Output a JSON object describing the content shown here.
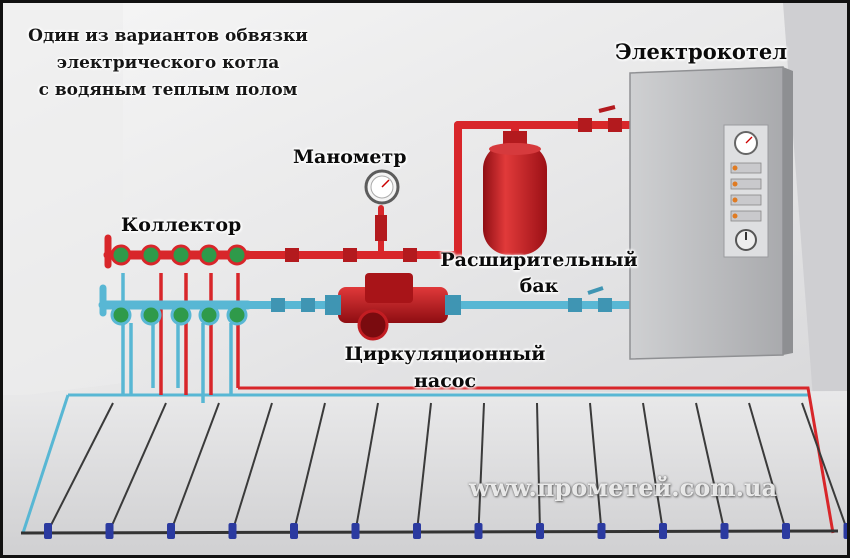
{
  "caption": {
    "line1": "Один из вариантов обвязки",
    "line2": "электрического котла",
    "line3": "с водяным теплым полом"
  },
  "labels": {
    "boiler": "Электрокотел",
    "manometer": "Манометр",
    "collector": "Коллектор",
    "tank_line1": "Расширительный",
    "tank_line2": "бак",
    "pump_line1": "Циркуляционный",
    "pump_line2": "насос"
  },
  "watermark": "www.прометей.com.ua",
  "colors": {
    "supply_pipe": "#d8262a",
    "return_pipe": "#58b7d4",
    "tank": "#c8141c",
    "boiler_body": "#b9babd",
    "floor_pipe": "#3a3a3a",
    "floor_fitting": "#2b3aa0"
  }
}
